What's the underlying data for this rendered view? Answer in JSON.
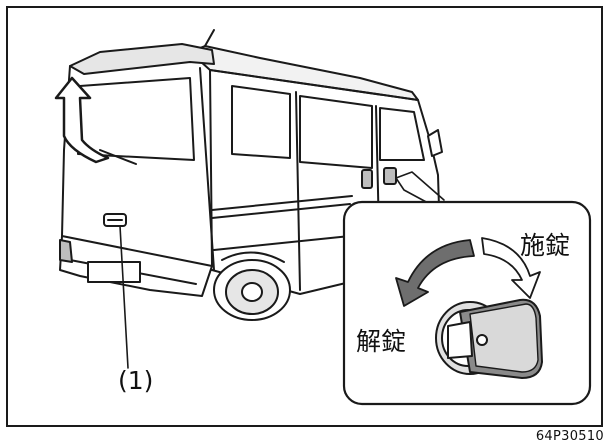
{
  "labels": {
    "callout": "(1)",
    "lock": "施錠",
    "unlock": "解錠"
  },
  "figure_code": "64P30510",
  "colors": {
    "line": "#1a1a1a",
    "shade": "#d9d9d9",
    "dark": "#6e6e6e",
    "background": "#ffffff"
  },
  "icons": {
    "lift_direction": "arrow-up-icon",
    "rotation": "rotate-arrows-icon",
    "key": "door-lock-key-icon"
  }
}
